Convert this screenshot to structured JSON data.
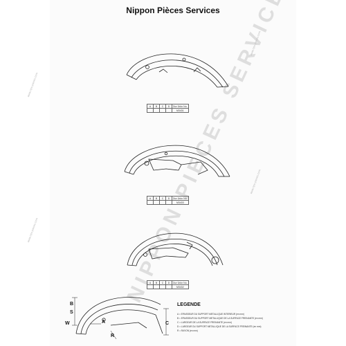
{
  "title": "Nippon Pièces Services",
  "watermark": "NIPPON PIECES SERVICES",
  "side_watermark": "www.nps-pieces.com",
  "spec_tables": [
    {
      "headers": [
        "A",
        "B",
        "C",
        "D",
        "Dur Ürün No."
      ],
      "values": [
        "",
        "",
        "",
        "",
        "M3431"
      ]
    },
    {
      "headers": [
        "A",
        "B",
        "C",
        "D",
        "Dur Ürün No."
      ],
      "values": [
        "",
        "",
        "",
        "",
        "M3433"
      ]
    },
    {
      "headers": [
        "A",
        "B",
        "C",
        "D",
        "Dur Ürün No."
      ],
      "values": [
        "",
        "",
        "",
        "",
        "M3432"
      ]
    }
  ],
  "legend": {
    "title": "LEGENDE",
    "lines": [
      "A = EPAISSEUR DU SUPPORT METALLIQUE INTERIEUR (en mm)",
      "B = EPAISSEUR DU SUPPORT METALLIQUE DE LA SURFACE FREINANTE (en mm)",
      "C = LARGEUR DE LA SURFACE FREINANTE (en mm)",
      "D = LARGEUR DU SUPPORT METALLIQUE DE LA SURFACE FREINANTE (en mm)",
      "R = RAYON (en mm)"
    ]
  },
  "dimension_labels": {
    "a": "A",
    "b": "B",
    "c": "C",
    "s": "S",
    "w": "W",
    "r": "R"
  }
}
